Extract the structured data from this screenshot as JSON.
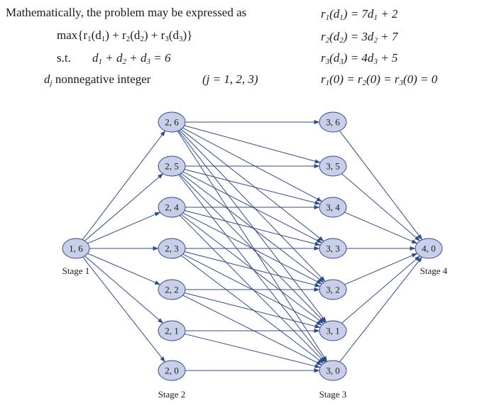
{
  "intro": "Mathematically, the problem may be expressed as",
  "model": {
    "objective": "max{r1(d1) + r2(d2) + r3(d3)}",
    "st_label": "s.t.",
    "constraint": "d1 + d2 + d3 = 6",
    "domain_var": "dj",
    "domain_text": " nonnegative integer",
    "index_set": "(j = 1, 2, 3)"
  },
  "returns": [
    "r1(d1) = 7d1 + 2",
    "r2(d2) = 3d2 + 7",
    "r3(d3) = 4d3 + 5",
    "r1(0) = r2(0) = r3(0) = 0"
  ],
  "network": {
    "nodes": [
      {
        "id": "s1",
        "label": "1, 6"
      },
      {
        "id": "s2_6",
        "label": "2, 6"
      },
      {
        "id": "s2_5",
        "label": "2, 5"
      },
      {
        "id": "s2_4",
        "label": "2, 4"
      },
      {
        "id": "s2_3",
        "label": "2, 3"
      },
      {
        "id": "s2_2",
        "label": "2, 2"
      },
      {
        "id": "s2_1",
        "label": "2, 1"
      },
      {
        "id": "s2_0",
        "label": "2, 0"
      },
      {
        "id": "s3_6",
        "label": "3, 6"
      },
      {
        "id": "s3_5",
        "label": "3, 5"
      },
      {
        "id": "s3_4",
        "label": "3, 4"
      },
      {
        "id": "s3_3",
        "label": "3, 3"
      },
      {
        "id": "s3_2",
        "label": "3, 2"
      },
      {
        "id": "s3_1",
        "label": "3, 1"
      },
      {
        "id": "s3_0",
        "label": "3, 0"
      },
      {
        "id": "s4",
        "label": "4, 0"
      }
    ],
    "stage_labels": [
      "Stage 1",
      "Stage 2",
      "Stage 3",
      "Stage 4"
    ],
    "edges": [
      [
        "s1",
        "s2_6"
      ],
      [
        "s1",
        "s2_5"
      ],
      [
        "s1",
        "s2_4"
      ],
      [
        "s1",
        "s2_3"
      ],
      [
        "s1",
        "s2_2"
      ],
      [
        "s1",
        "s2_1"
      ],
      [
        "s1",
        "s2_0"
      ],
      [
        "s2_6",
        "s3_6"
      ],
      [
        "s2_6",
        "s3_5"
      ],
      [
        "s2_6",
        "s3_4"
      ],
      [
        "s2_6",
        "s3_3"
      ],
      [
        "s2_6",
        "s3_2"
      ],
      [
        "s2_6",
        "s3_1"
      ],
      [
        "s2_6",
        "s3_0"
      ],
      [
        "s2_5",
        "s3_5"
      ],
      [
        "s2_5",
        "s3_4"
      ],
      [
        "s2_5",
        "s3_3"
      ],
      [
        "s2_5",
        "s3_2"
      ],
      [
        "s2_5",
        "s3_1"
      ],
      [
        "s2_5",
        "s3_0"
      ],
      [
        "s2_4",
        "s3_4"
      ],
      [
        "s2_4",
        "s3_3"
      ],
      [
        "s2_4",
        "s3_2"
      ],
      [
        "s2_4",
        "s3_1"
      ],
      [
        "s2_4",
        "s3_0"
      ],
      [
        "s2_3",
        "s3_3"
      ],
      [
        "s2_3",
        "s3_2"
      ],
      [
        "s2_3",
        "s3_1"
      ],
      [
        "s2_3",
        "s3_0"
      ],
      [
        "s2_2",
        "s3_2"
      ],
      [
        "s2_2",
        "s3_1"
      ],
      [
        "s2_2",
        "s3_0"
      ],
      [
        "s2_1",
        "s3_1"
      ],
      [
        "s2_1",
        "s3_0"
      ],
      [
        "s2_0",
        "s3_0"
      ],
      [
        "s3_6",
        "s4"
      ],
      [
        "s3_5",
        "s4"
      ],
      [
        "s3_4",
        "s4"
      ],
      [
        "s3_3",
        "s4"
      ],
      [
        "s3_2",
        "s4"
      ],
      [
        "s3_1",
        "s4"
      ],
      [
        "s3_0",
        "s4"
      ]
    ]
  },
  "colors": {
    "node_fill": "#c9cfe8",
    "node_stroke": "#2f4b8c",
    "edge": "#2f4b8c"
  }
}
